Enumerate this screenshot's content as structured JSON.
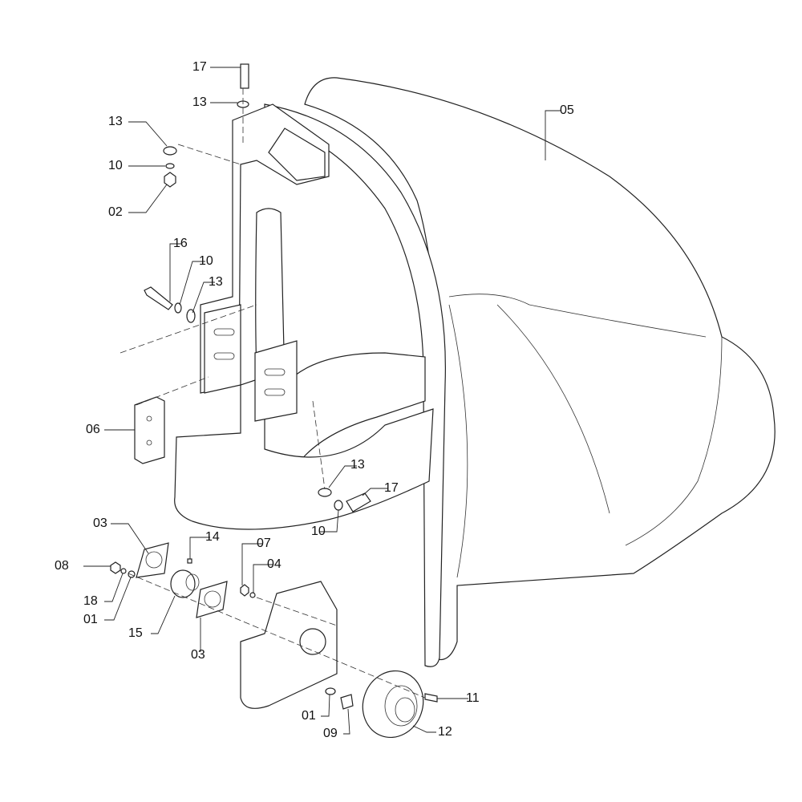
{
  "callouts": [
    {
      "id": "17a",
      "text": "17"
    },
    {
      "id": "13a",
      "text": "13"
    },
    {
      "id": "13b",
      "text": "13"
    },
    {
      "id": "10a",
      "text": "10"
    },
    {
      "id": "02",
      "text": "02"
    },
    {
      "id": "05",
      "text": "05"
    },
    {
      "id": "16",
      "text": "16"
    },
    {
      "id": "10b",
      "text": "10"
    },
    {
      "id": "13c",
      "text": "13"
    },
    {
      "id": "06",
      "text": "06"
    },
    {
      "id": "13d",
      "text": "13"
    },
    {
      "id": "17b",
      "text": "17"
    },
    {
      "id": "10c",
      "text": "10"
    },
    {
      "id": "03a",
      "text": "03"
    },
    {
      "id": "14",
      "text": "14"
    },
    {
      "id": "07",
      "text": "07"
    },
    {
      "id": "04",
      "text": "04"
    },
    {
      "id": "08",
      "text": "08"
    },
    {
      "id": "18",
      "text": "18"
    },
    {
      "id": "01a",
      "text": "01"
    },
    {
      "id": "15",
      "text": "15"
    },
    {
      "id": "03b",
      "text": "03"
    },
    {
      "id": "11",
      "text": "11"
    },
    {
      "id": "01b",
      "text": "01"
    },
    {
      "id": "09",
      "text": "09"
    },
    {
      "id": "12",
      "text": "12"
    }
  ]
}
